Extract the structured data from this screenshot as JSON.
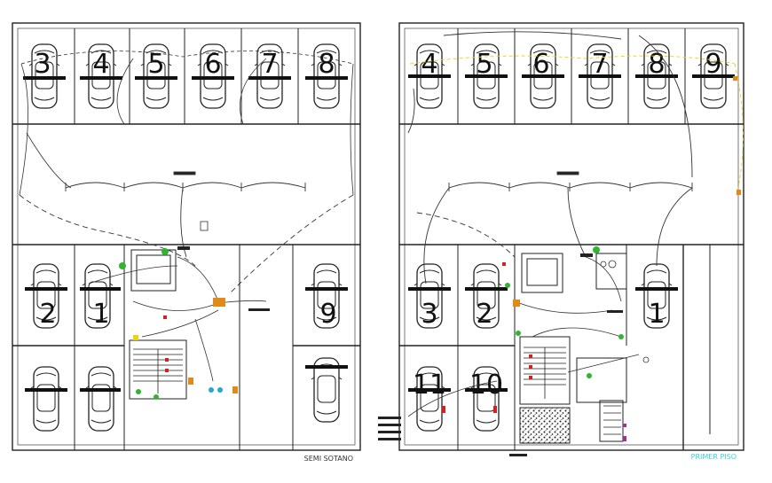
{
  "plans": [
    {
      "id": "semi-sotano",
      "title": "SEMI SOTANO",
      "title_color": "#333333",
      "top_row_numbers": [
        "3",
        "4",
        "5",
        "6",
        "7",
        "8"
      ],
      "middle_numbers": {
        "left_a": "2",
        "left_b": "1",
        "right": "9"
      }
    },
    {
      "id": "primer-piso",
      "title": "PRIMER PISO",
      "title_color": "#3fd0e0",
      "top_row_numbers": [
        "4",
        "5",
        "6",
        "7",
        "8",
        "9"
      ],
      "middle_numbers": {
        "left_a": "3",
        "left_b": "2",
        "right": "1"
      },
      "bottom_numbers": {
        "left_a": "11",
        "left_b": "10"
      }
    }
  ],
  "colors": {
    "line": "#222222",
    "wire": "#333333",
    "green": "#2fb52f",
    "orange": "#e08a1a",
    "yellow": "#e8d21a",
    "red": "#d42020",
    "cyan": "#20a8d8",
    "purple": "#a030a0"
  }
}
